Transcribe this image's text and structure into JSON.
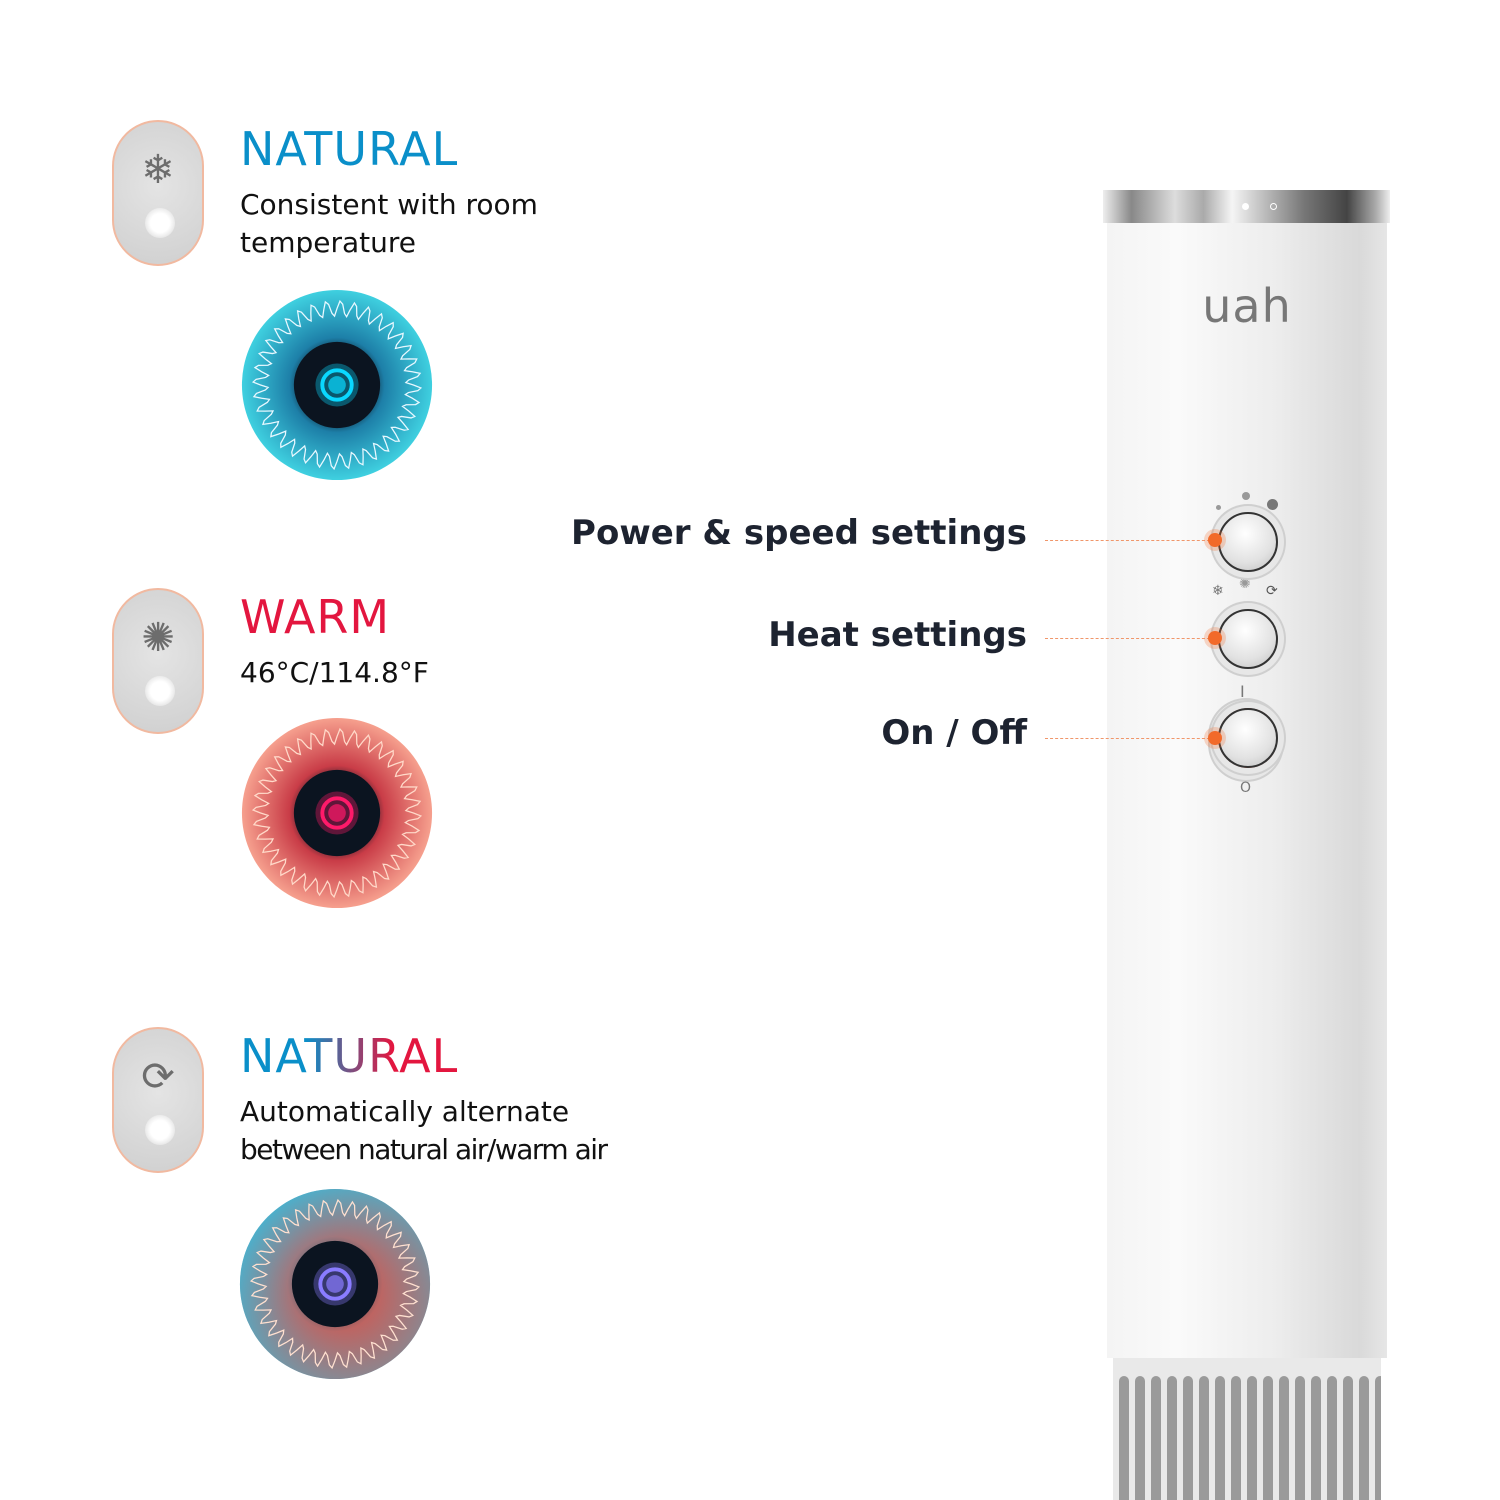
{
  "modes": [
    {
      "icon": "snowflake-icon",
      "glyph": "❄",
      "title": "NATURAL",
      "title_color": "#0a8fc9",
      "lines": [
        "Consistent with room",
        "temperature"
      ],
      "fan_theme": "cool"
    },
    {
      "icon": "sun-icon",
      "glyph": "✺",
      "title": "WARM",
      "title_color": "#e3163f",
      "lines": [
        "46°C/114.8°F"
      ],
      "fan_theme": "warm"
    },
    {
      "icon": "cycle-icon",
      "glyph": "⟳",
      "title": "NATURAL",
      "title_color": "gradient",
      "lines": [
        "Automatically alternate",
        "between natural air/warm air"
      ],
      "fan_theme": "mixed"
    }
  ],
  "device": {
    "logo": "uah",
    "controls": [
      {
        "label": "Power & speed settings"
      },
      {
        "label": "Heat settings"
      },
      {
        "label": "On / Off",
        "on_mark": "I",
        "off_mark": "O"
      }
    ]
  },
  "colors": {
    "accent_orange": "#f26a2a",
    "natural_blue": "#0a8fc9",
    "warm_red": "#e3163f"
  }
}
